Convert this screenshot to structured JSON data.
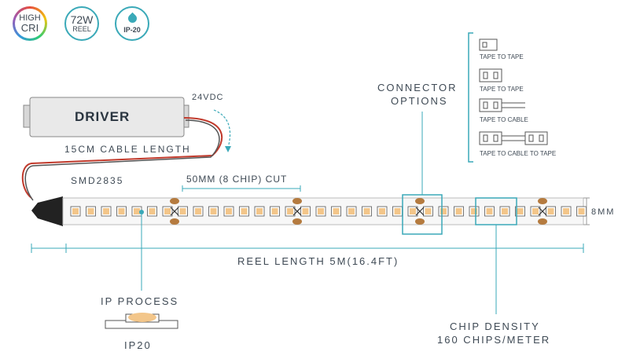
{
  "badges": {
    "cri": {
      "line1": "HIGH",
      "line2": "CRI"
    },
    "reel": {
      "line1": "72W",
      "line2": "REEL"
    },
    "ip": {
      "line1": "IP-20"
    }
  },
  "driver": {
    "label": "DRIVER",
    "voltage": "24VDC",
    "cable_length": "15CM CABLE LENGTH"
  },
  "strip": {
    "chip_type": "SMD2835",
    "cut": "50MM (8 CHIP) CUT",
    "width": "8MM",
    "reel_length": "REEL LENGTH 5M(16.4FT)",
    "ip_process": "IP PROCESS",
    "ip_rating": "IP20",
    "chip_density": {
      "line1": "CHIP DENSITY",
      "line2": "160 CHIPS/METER"
    }
  },
  "connectors": {
    "title": {
      "line1": "CONNECTOR",
      "line2": "OPTIONS"
    },
    "items": [
      "TAPE TO TAPE",
      "TAPE TO TAPE",
      "TAPE TO CABLE",
      "TAPE TO CABLE TO TAPE"
    ]
  },
  "colors": {
    "accent": "#3aa9b8",
    "text": "#3f4a55",
    "chip": "#f3c68a",
    "pad": "#b57b3f",
    "cable": "#c0392b"
  }
}
